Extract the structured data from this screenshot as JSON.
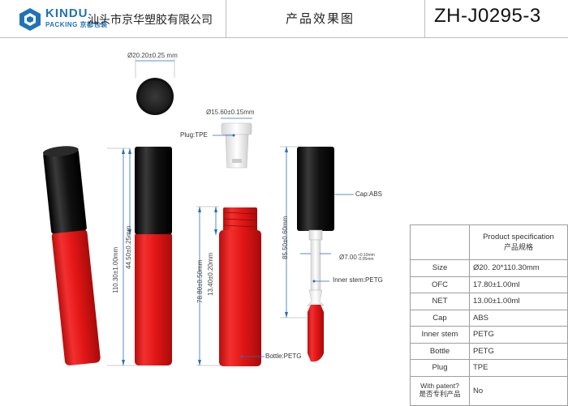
{
  "header": {
    "brand_name": "KINDU",
    "brand_sub": "PACKING 京都包装",
    "company": "汕头市京华塑胶有限公司",
    "title": "产品效果图",
    "model": "ZH-J0295-3"
  },
  "dimensions": {
    "cap_top_diameter": "Ø20.20±0.25 mm",
    "plug_diameter": "Ø15.60±0.15mm",
    "wand_diameter": "Ø7.00",
    "wand_tol_upper": "+0.10mm",
    "wand_tol_lower": "-0.05mm",
    "overall_height": "110.30±1.00mm",
    "cap_height": "44.50±0.25mm",
    "bottle_height": "78.80±0.50mm",
    "neck_height": "13.40±0.20mm",
    "stem_length": "85.50±0.60mm"
  },
  "callouts": {
    "plug": "Plug:TPE",
    "cap": "Cap:ABS",
    "inner_stem": "Inner stem:PETG",
    "bottle": "Bottle:PETG"
  },
  "spec_table": {
    "heading_en": "Product specification",
    "heading_cn": "产品规格",
    "rows": [
      {
        "key": "Size",
        "value": "Ø20. 20*110.30mm"
      },
      {
        "key": "OFC",
        "value": "17.80±1.00ml"
      },
      {
        "key": "NET",
        "value": "13.00±1.00ml"
      },
      {
        "key": "Cap",
        "value": "ABS"
      },
      {
        "key": "Inner stem",
        "value": "PETG"
      },
      {
        "key": "Bottle",
        "value": "PETG"
      },
      {
        "key": "Plug",
        "value": "TPE"
      }
    ],
    "patent_key_en": "With patent?",
    "patent_key_cn": "是否专利产品",
    "patent_value": "No"
  },
  "colors": {
    "brand_blue": "#1f73b7",
    "bottle_red": "#e11b1b",
    "cap_black": "#111111",
    "dimension_blue": "#2a6fb0"
  }
}
